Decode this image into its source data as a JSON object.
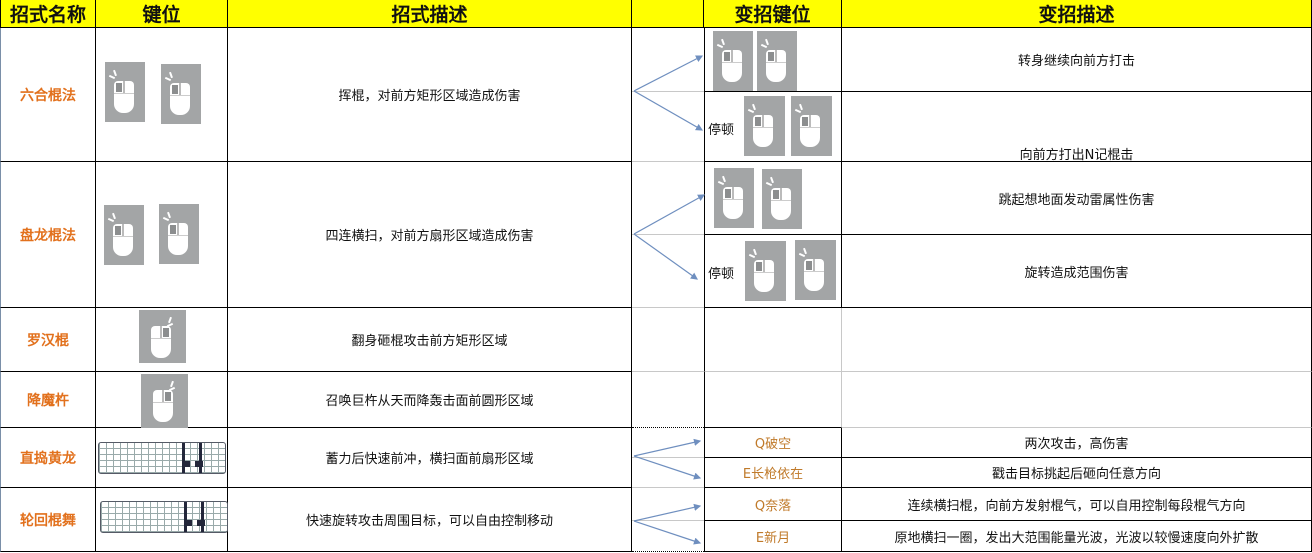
{
  "headers": {
    "name": "招式名称",
    "key": "键位",
    "desc": "招式描述",
    "var_key": "变招键位",
    "var_desc": "变招描述"
  },
  "moves": [
    {
      "name": "六合棍法",
      "key_icons": [
        "mouse-left-click-icon",
        "mouse-left-click-icon"
      ],
      "desc": "挥棍，对前方矩形区域造成伤害",
      "variants": [
        {
          "prefix": "",
          "key_icons": [
            "mouse-left-click-icon",
            "mouse-left-click-icon"
          ],
          "desc": "转身继续向前方打击"
        },
        {
          "prefix": "停顿",
          "key_icons": [
            "mouse-left-click-icon",
            "mouse-left-click-icon"
          ],
          "desc": "向前方打出N记棍击"
        }
      ]
    },
    {
      "name": "盘龙棍法",
      "key_icons": [
        "mouse-left-click-icon",
        "mouse-left-click-icon"
      ],
      "desc": "四连横扫，对前方扇形区域造成伤害",
      "variants": [
        {
          "prefix": "",
          "key_icons": [
            "mouse-left-click-icon",
            "mouse-left-click-icon"
          ],
          "desc": "跳起想地面发动雷属性伤害"
        },
        {
          "prefix": "停顿",
          "key_icons": [
            "mouse-left-click-icon",
            "mouse-left-click-icon"
          ],
          "desc": "旋转造成范围伤害"
        }
      ]
    },
    {
      "name": "罗汉棍",
      "key_icons": [
        "mouse-right-click-icon"
      ],
      "desc": "翻身砸棍攻击前方矩形区域",
      "variants": []
    },
    {
      "name": "降魔杵",
      "key_icons": [
        "mouse-right-click-icon"
      ],
      "desc": "召唤巨杵从天而降轰击面前圆形区域",
      "variants": []
    },
    {
      "name": "直捣黄龙",
      "key_icons": [
        "keyboard-icon"
      ],
      "desc": "蓄力后快速前冲，横扫面前扇形区域",
      "variants": [
        {
          "label": "Q破空",
          "desc": "两次攻击，高伤害"
        },
        {
          "label": "E长枪依在",
          "desc": "戳击目标挑起后砸向任意方向"
        }
      ]
    },
    {
      "name": "轮回棍舞",
      "key_icons": [
        "keyboard-icon"
      ],
      "desc": "快速旋转攻击周围目标，可以自由控制移动",
      "variants": [
        {
          "label": "Q奈落",
          "desc": "连续横扫棍，向前方发射棍气，可以自用控制每段棍气方向"
        },
        {
          "label": "E新月",
          "desc": "原地横扫一圈，发出大范围能量光波，光波以较慢速度向外扩散"
        }
      ]
    }
  ],
  "colors": {
    "header_bg": "#ffff00",
    "move_name": "#e2711d",
    "variant_label": "#c07a2a",
    "arrow": "#6f8fbf",
    "icon_bg": "#a3a5a6"
  }
}
